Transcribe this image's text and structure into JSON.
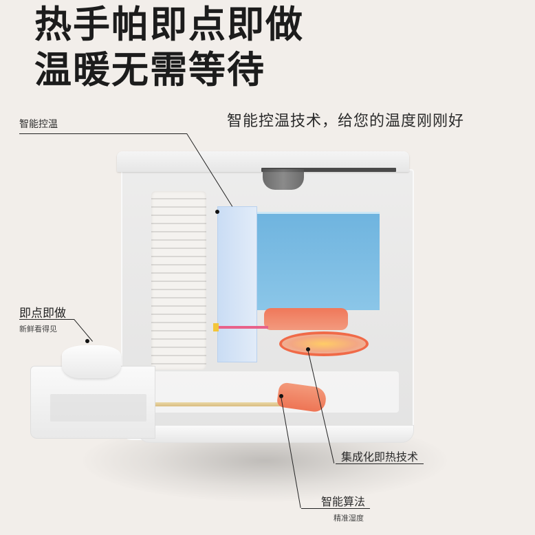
{
  "headline": {
    "line1": "热手帕即点即做",
    "line2": "温暖无需等待"
  },
  "subtitle": "智能控温技术，给您的温度刚刚好",
  "callouts": [
    {
      "id": "smart-temp",
      "title": "智能控温"
    },
    {
      "id": "instant",
      "title": "即点即做",
      "caption": "新鲜看得见"
    },
    {
      "id": "integrated-heating",
      "title": "集成化即热技术"
    },
    {
      "id": "smart-algorithm",
      "title": "智能算法",
      "caption": "精准湿度"
    }
  ],
  "colors": {
    "background": "#f2eeea",
    "headline": "#1c1c1c",
    "water": "#6fb4df",
    "heater": "#f06a48",
    "glow": "#ffcc66"
  }
}
